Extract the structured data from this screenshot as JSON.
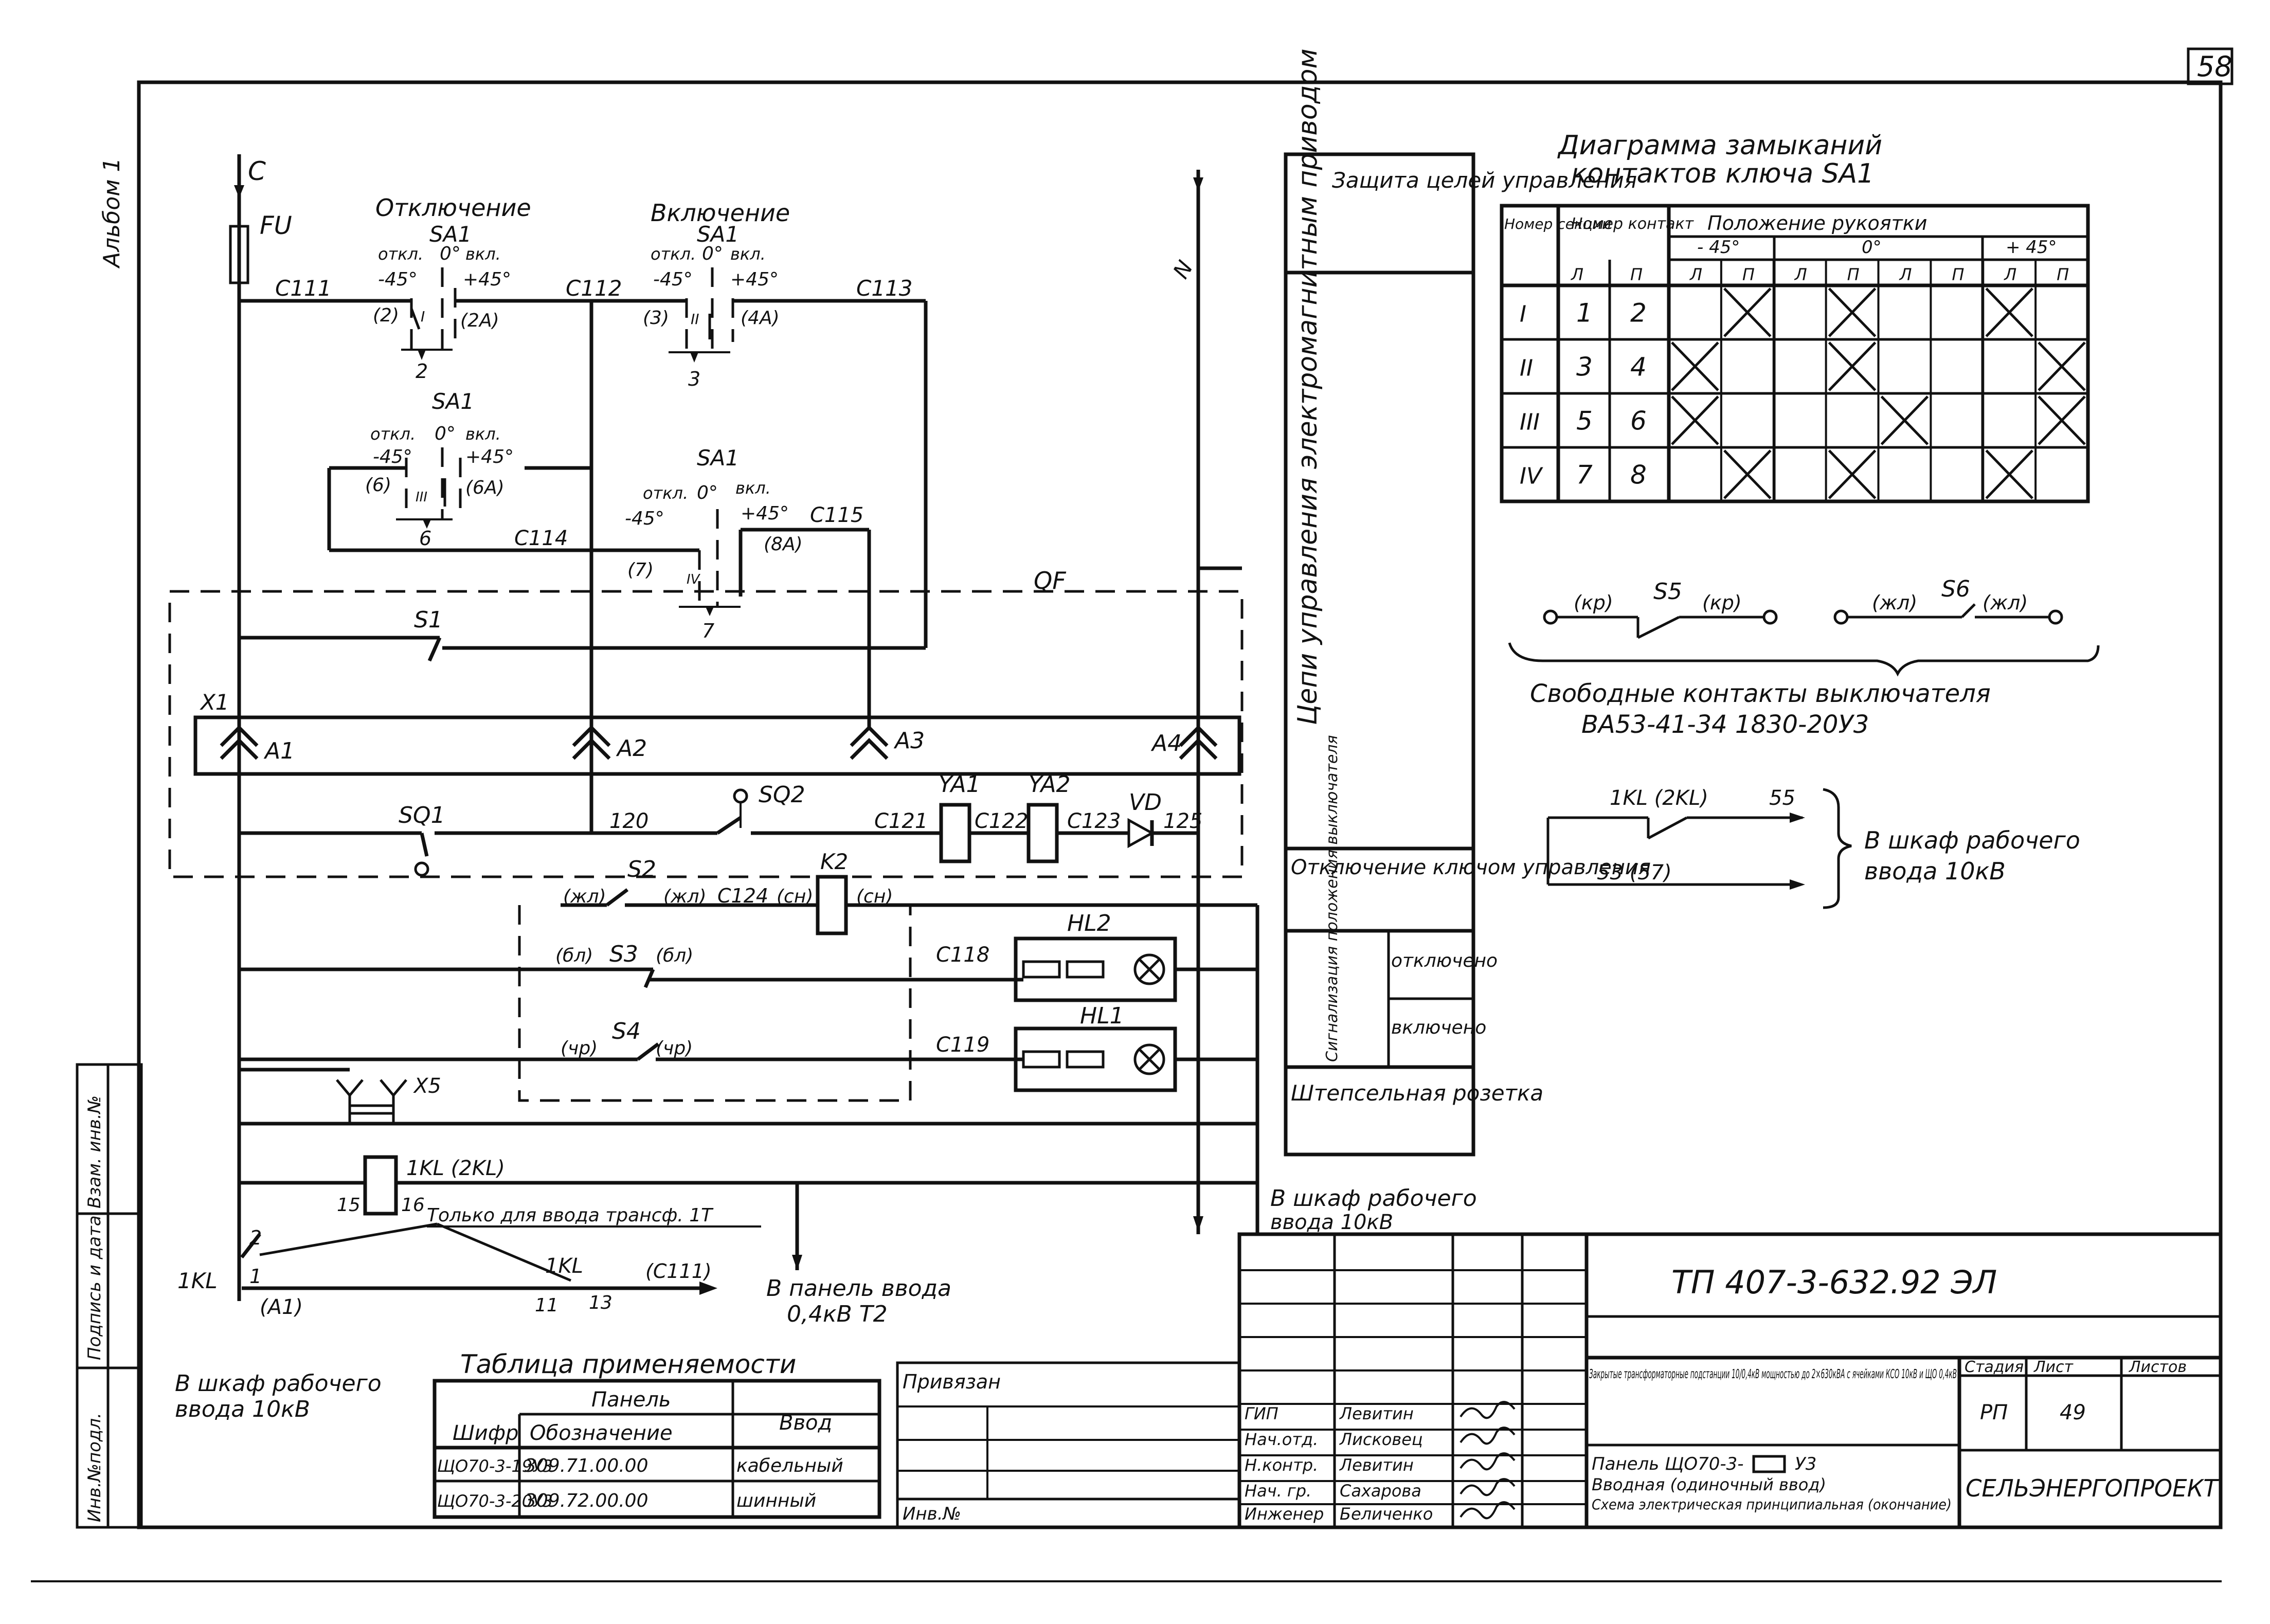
{
  "page_number": "58",
  "album": "Альбом 1",
  "stamps_left": {
    "inv_orig": "Инв.№подл.",
    "sign_date": "Подпись и дата",
    "replaces": "Взам. инв.№"
  },
  "schematic": {
    "bus_c": "C",
    "fuse": "FU",
    "neutral": "N",
    "sa1": "SA1",
    "heading_off": "Отключение",
    "heading_on": "Включение",
    "otkl": "откл.",
    "vkl": "вкл.",
    "minus45": "-45°",
    "plus45": "+45°",
    "zero": "0°",
    "section_1": "I",
    "section_2": "II",
    "section_3": "III",
    "section_4": "IV",
    "contact_2": "(2)",
    "contact_2a": "(2А)",
    "contact_3": "(3)",
    "contact_4a": "(4А)",
    "contact_6": "(6)",
    "contact_6a": "(6А)",
    "contact_7": "(7)",
    "contact_8a": "(8А)",
    "node_2": "2",
    "node_3": "3",
    "node_6": "6",
    "node_7": "7",
    "c111": "С111",
    "c112": "С112",
    "c113": "С113",
    "c114": "С114",
    "c115": "С115",
    "qf": "QF",
    "s1": "S1",
    "x1": "X1",
    "a1": "А1",
    "a2": "А2",
    "a3": "А3",
    "a4": "А4",
    "sq1": "SQ1",
    "sq2": "SQ2",
    "n120": "120",
    "c121": "С121",
    "ya1": "YA1",
    "c122": "С122",
    "ya2": "YA2",
    "c123": "С123",
    "vd": "VD",
    "n125": "125",
    "s2": "S2",
    "zhl": "(жл)",
    "c124": "С124",
    "sn": "(сн)",
    "k2": "K2",
    "s3": "S3",
    "bl": "(бл)",
    "c118": "С118",
    "hl2": "HL2",
    "s4": "S4",
    "chr": "(чр)",
    "c119": "С119",
    "hl1": "HL1",
    "x5": "X5",
    "kl_coil": "1KL (2KL)",
    "n15": "15",
    "n16": "16",
    "only_for": "Только для ввода трансф. 1Т",
    "kl1": "1KL",
    "kl1b": "1KL",
    "n1": "1",
    "n2": "2",
    "n11": "11",
    "n13": "13",
    "a1b": "(А1)",
    "c111b": "(С111)",
    "to_panel_line1": "В панель ввода",
    "to_panel_line2": "0,4кВ Т2",
    "to_cab_bl_1": "В шкаф рабочего",
    "to_cab_bl_2": "ввода 10кВ",
    "to_cab_mid_1": "В шкаф рабочего",
    "to_cab_mid_2": "ввода 10кВ"
  },
  "purpose_column": {
    "protection": "Защита целей управления",
    "control": "Цепи управления электромагнитным приводом",
    "key_off": "Отключение ключом управления",
    "signaling": "Сигнализация положения выключателя",
    "off": "отключено",
    "on": "включено",
    "socket": "Штепсельная розетка"
  },
  "contact_diagram": {
    "title_line1": "Диаграмма замыканий",
    "title_line2": "контактов ключа SA1",
    "header_section": "Номер секции",
    "header_contact": "Номер контакт",
    "header_position": "Положение рукоятки",
    "pos_m45": "- 45°",
    "pos_0": "0°",
    "pos_p45": "+ 45°",
    "sub_l": "Л",
    "sub_p": "П",
    "rows": [
      {
        "section": "I",
        "l": "1",
        "p": "2",
        "marks": [
          0,
          1,
          0,
          1,
          0,
          0,
          1,
          0
        ]
      },
      {
        "section": "II",
        "l": "3",
        "p": "4",
        "marks": [
          1,
          0,
          0,
          1,
          0,
          0,
          0,
          1
        ]
      },
      {
        "section": "III",
        "l": "5",
        "p": "6",
        "marks": [
          1,
          0,
          0,
          0,
          1,
          0,
          0,
          1
        ]
      },
      {
        "section": "IV",
        "l": "7",
        "p": "8",
        "marks": [
          0,
          1,
          0,
          1,
          0,
          0,
          1,
          0
        ]
      }
    ]
  },
  "free_contacts": {
    "kr": "(кр)",
    "s5": "S5",
    "zhl": "(жл)",
    "s6": "S6",
    "caption1": "Свободные контакты выключателя",
    "caption2": "ВА53-41-34 1830-20У3"
  },
  "to_cabinet_block": {
    "label_top": "1KL (2KL)",
    "n55": "55",
    "n53": "53 (57)",
    "dest1": "В шкаф рабочего",
    "dest2": "ввода 10кВ"
  },
  "applicability_table": {
    "title": "Таблица применяемости",
    "panel": "Панель",
    "col_code": "Шифр",
    "col_designation": "Обозначение",
    "col_input": "Ввод",
    "rows": [
      {
        "code": "ЩО70-3-19У3",
        "designation": "309.71.00.00",
        "input": "кабельный"
      },
      {
        "code": "ЩО70-3-20У3",
        "designation": "309.72.00.00",
        "input": "шинный"
      }
    ]
  },
  "binding": {
    "privyazan": "Привязан",
    "inv_no": "Инв.№"
  },
  "title_block": {
    "doc_code": "ТП 407-3-632.92 ЭЛ",
    "roles": [
      "ГИП",
      "Нач.отд.",
      "Н.контр.",
      "Нач. гр.",
      "Инженер"
    ],
    "names": [
      "Левитин",
      "Лисковец",
      "Левитин",
      "Сахарова",
      "Беличенко"
    ],
    "project_desc": "Закрытые трансформаторные подстанции 10/0,4кВ мощностью до 2×630кВА с ячейками КСО 10кВ и ЩО 0,4кВ",
    "stage_label": "Стадия",
    "sheet_label": "Лист",
    "sheets_label": "Листов",
    "stage": "РП",
    "sheet": "49",
    "sheets": "",
    "panel_desc_1": "Панель ЩО70-3-",
    "panel_desc_1b": "У3",
    "panel_desc_2": "Вводная (одиночный ввод)",
    "panel_desc_3": "Схема электрическая принципиальная (окончание)",
    "org": "СЕЛЬЭНЕРГОПРОЕКТ"
  }
}
